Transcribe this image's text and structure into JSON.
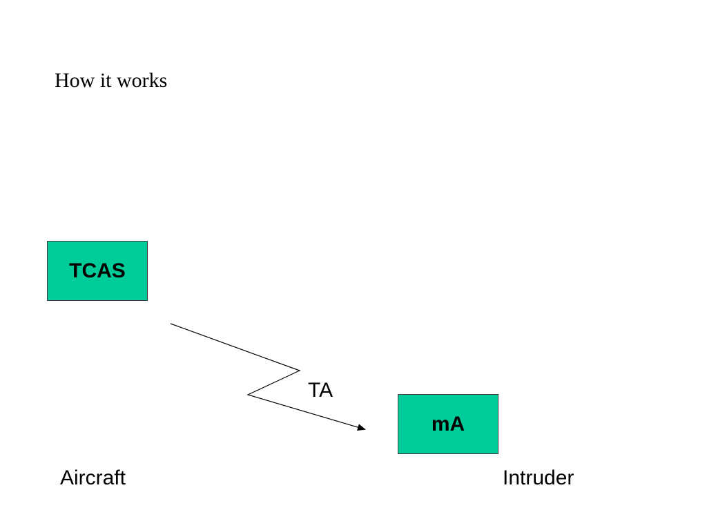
{
  "slide": {
    "title": "How it works"
  },
  "diagram": {
    "tcas_box": {
      "label": "TCAS",
      "fill": "#00cc99"
    },
    "ma_box": {
      "label": "mA",
      "fill": "#00cc99"
    },
    "signal_label": "TA",
    "aircraft_label": "Aircraft",
    "intruder_label": "Intruder",
    "arrow_color": "#000000"
  }
}
